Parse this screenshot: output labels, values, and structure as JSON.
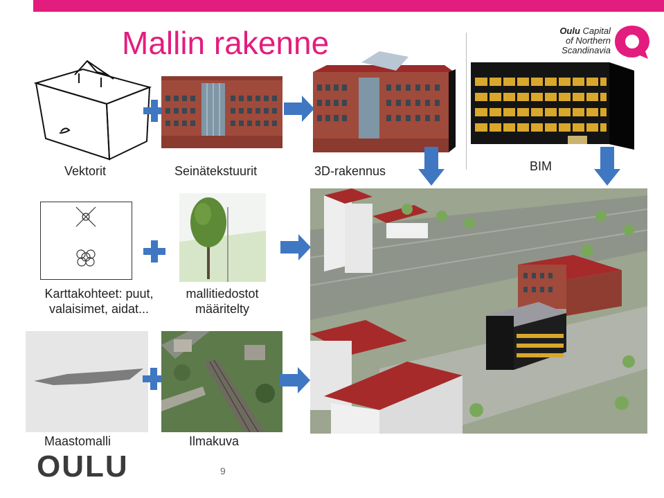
{
  "slide": {
    "title": "Mallin rakenne",
    "page_number": "9",
    "colors": {
      "accent": "#e31d7d",
      "arrow_blue": "#3f77c2",
      "text": "#222222"
    }
  },
  "brand": {
    "line1_strong": "Oulu",
    "line1_rest": " Capital",
    "line2": "of Northern",
    "line3": "Scandinavia",
    "footer_logo": "OULU"
  },
  "row1": {
    "labels": [
      "Vektorit",
      "Seinätekstuurit",
      "3D-rakennus",
      "BIM"
    ]
  },
  "row2": {
    "label_left_line1": "Karttakohteet: puut,",
    "label_left_line2": "valaisimet, aidat...",
    "label_right_line1": "mallitiedostot",
    "label_right_line2": "määritelty"
  },
  "row3": {
    "labels": [
      "Maastomalli",
      "Ilmakuva"
    ]
  },
  "icons": {
    "plus": "plus-icon",
    "arrow_right": "arrow-right-icon",
    "arrow_down": "arrow-down-icon",
    "brand_mark": "oulu-speech-bubble-icon",
    "map_x_symbol": "street-light-symbol-icon",
    "map_flower_symbol": "tree-symbol-icon"
  }
}
